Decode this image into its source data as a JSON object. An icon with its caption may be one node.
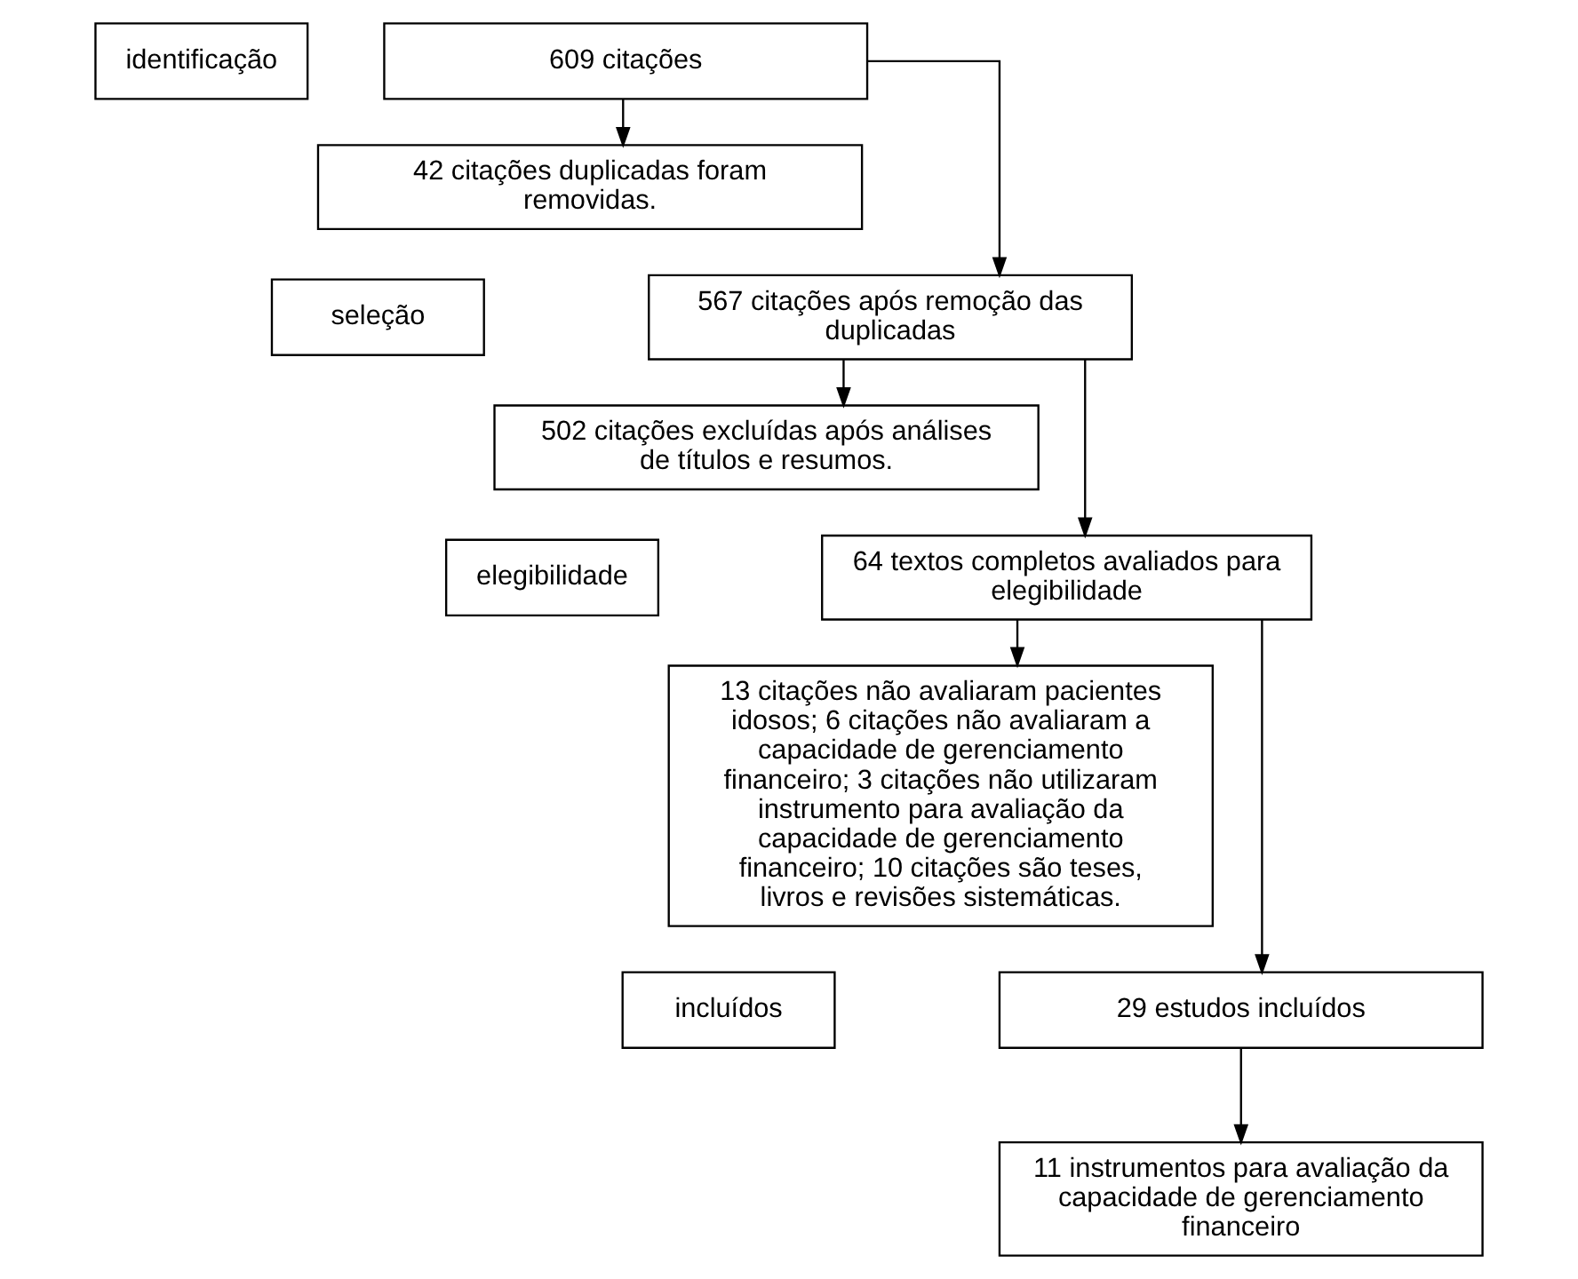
{
  "diagram": {
    "nodes": [
      {
        "text": [
          "identificação"
        ]
      },
      {
        "text": [
          "609 citações"
        ]
      },
      {
        "text": [
          "42 citações duplicadas foram removidas."
        ]
      },
      {
        "text": [
          "seleção"
        ]
      },
      {
        "text": [
          "567 citações após remoção das duplicadas"
        ]
      },
      {
        "text": [
          "502 citações excluídas após análises de títulos e resumos."
        ]
      },
      {
        "text": [
          "elegibilidade"
        ]
      },
      {
        "text": [
          "64 textos completos avaliados para elegibilidade"
        ]
      },
      {
        "text": [
          "13 citações não avaliaram pacientes idosos; 6 citações não avaliaram a capacidade de gerenciamento financeiro; 3 citações não utilizaram instrumento para avaliação da capacidade de gerenciamento financeiro; 10 citações são teses, livros e revisões sistemáticas."
        ]
      },
      {
        "text": [
          "incluídos"
        ]
      },
      {
        "text": [
          "29 estudos incluídos"
        ]
      },
      {
        "text": [
          "11 instrumentos para avaliação da capacidade de gerenciamento financeiro"
        ]
      }
    ],
    "edges": [
      {
        "from": 1,
        "to": 4,
        "arrow": "to"
      },
      {
        "from": 1,
        "to": 2,
        "arrow": "to"
      },
      {
        "from": 4,
        "to": 7,
        "arrow": "to"
      },
      {
        "from": 4,
        "to": 5,
        "arrow": "to"
      },
      {
        "from": 7,
        "to": 10,
        "arrow": "to"
      },
      {
        "from": 7,
        "to": 8,
        "arrow": "to"
      },
      {
        "from": 10,
        "to": 11,
        "arrow": "to"
      }
    ]
  }
}
